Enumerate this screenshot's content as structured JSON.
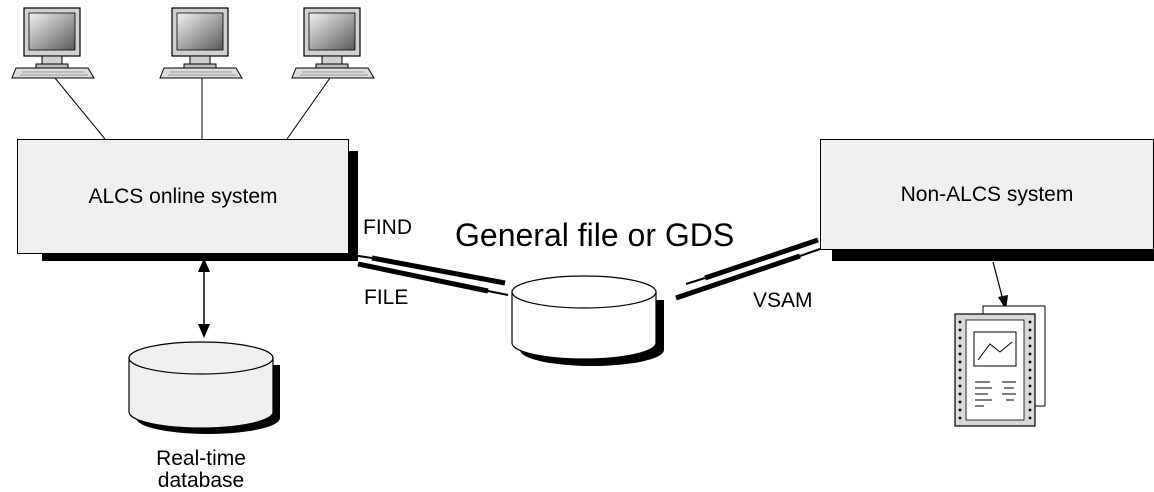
{
  "diagram": {
    "alcs_system_label": "ALCS online system",
    "non_alcs_system_label": "Non-ALCS system",
    "general_file_label": "General file or GDS",
    "find_label": "FIND",
    "file_label": "FILE",
    "vsam_label": "VSAM",
    "realtime_db_label_line1": "Real-time",
    "realtime_db_label_line2": "database",
    "terminals": [
      "terminal-1",
      "terminal-2",
      "terminal-3"
    ],
    "icons": [
      "monitor-icon",
      "database-cylinder-icon",
      "report-document-icon"
    ]
  }
}
